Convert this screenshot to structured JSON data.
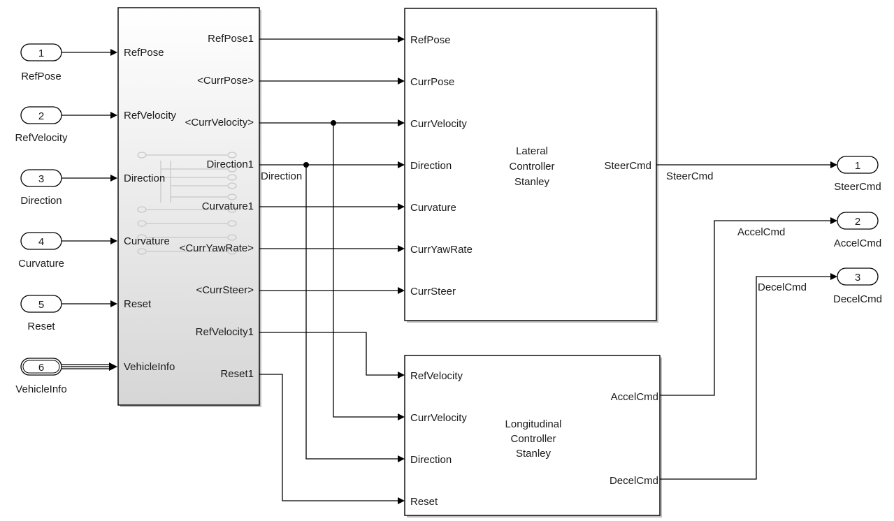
{
  "inports": [
    {
      "num": "1",
      "label": "RefPose"
    },
    {
      "num": "2",
      "label": "RefVelocity"
    },
    {
      "num": "3",
      "label": "Direction"
    },
    {
      "num": "4",
      "label": "Curvature"
    },
    {
      "num": "5",
      "label": "Reset"
    },
    {
      "num": "6",
      "label": "VehicleInfo"
    }
  ],
  "bus_block": {
    "inputs": [
      "RefPose",
      "RefVelocity",
      "Direction",
      "Curvature",
      "Reset",
      "VehicleInfo"
    ],
    "outputs": [
      "RefPose1",
      "<CurrPose>",
      "<CurrVelocity>",
      "Direction1",
      "Curvature1",
      "<CurrYawRate>",
      "<CurrSteer>",
      "RefVelocity1",
      "Reset1"
    ]
  },
  "lateral_block": {
    "title_lines": [
      "Lateral",
      "Controller",
      "Stanley"
    ],
    "inputs": [
      "RefPose",
      "CurrPose",
      "CurrVelocity",
      "Direction",
      "Curvature",
      "CurrYawRate",
      "CurrSteer"
    ],
    "output": "SteerCmd"
  },
  "longitudinal_block": {
    "title_lines": [
      "Longitudinal",
      "Controller",
      "Stanley"
    ],
    "inputs": [
      "RefVelocity",
      "CurrVelocity",
      "Direction",
      "Reset"
    ],
    "outputs": [
      "AccelCmd",
      "DecelCmd"
    ]
  },
  "signal_labels": {
    "direction": "Direction",
    "steer": "SteerCmd",
    "accel": "AccelCmd",
    "decel": "DecelCmd"
  },
  "outports": [
    {
      "num": "1",
      "label": "SteerCmd"
    },
    {
      "num": "2",
      "label": "AccelCmd"
    },
    {
      "num": "3",
      "label": "DecelCmd"
    }
  ]
}
